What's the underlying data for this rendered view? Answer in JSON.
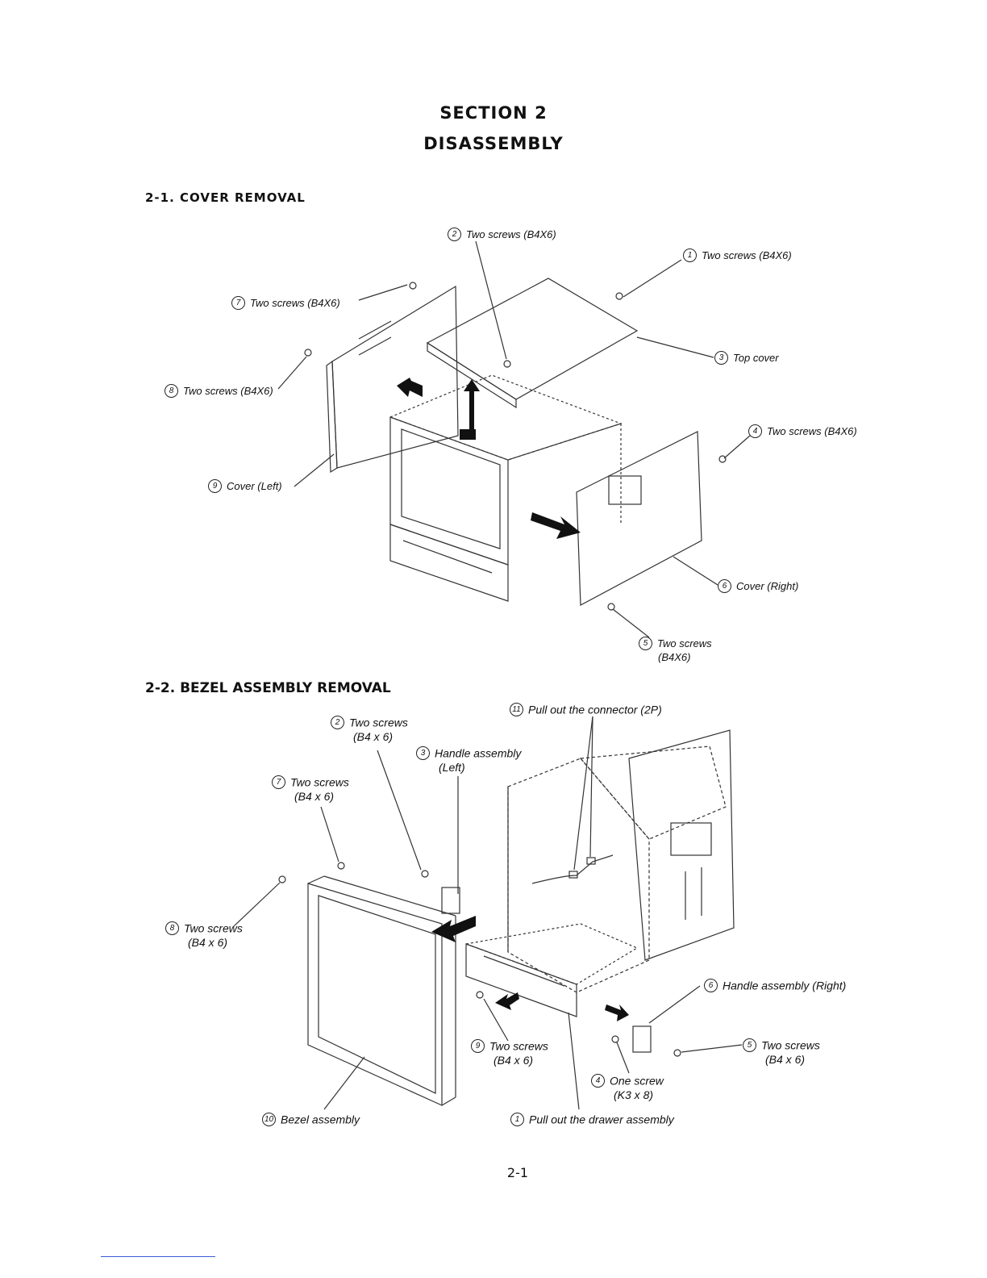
{
  "header": {
    "section": "SECTION 2",
    "title": "DISASSEMBLY"
  },
  "sections": [
    {
      "heading": "2-1. COVER REMOVAL",
      "callouts": [
        {
          "num": "2",
          "text": "Two screws (B4X6)"
        },
        {
          "num": "1",
          "text": "Two screws (B4X6)"
        },
        {
          "num": "7",
          "text": "Two screws (B4X6)"
        },
        {
          "num": "3",
          "text": "Top cover"
        },
        {
          "num": "8",
          "text": "Two screws (B4X6)"
        },
        {
          "num": "4",
          "text": "Two screws (B4X6)"
        },
        {
          "num": "9",
          "text": "Cover (Left)"
        },
        {
          "num": "6",
          "text": "Cover (Right)"
        },
        {
          "num": "5",
          "text": "Two screws",
          "sub": "(B4X6)"
        }
      ]
    },
    {
      "heading": "2-2. BEZEL ASSEMBLY REMOVAL",
      "callouts": [
        {
          "num": "11",
          "text": "Pull out the connector (2P)"
        },
        {
          "num": "2",
          "text": "Two screws",
          "sub": "(B4 x 6)"
        },
        {
          "num": "3",
          "text": "Handle assembly",
          "sub": "(Left)"
        },
        {
          "num": "7",
          "text": "Two screws",
          "sub": "(B4 x 6)"
        },
        {
          "num": "8",
          "text": "Two screws",
          "sub": "(B4 x 6)"
        },
        {
          "num": "6",
          "text": "Handle assembly (Right)"
        },
        {
          "num": "9",
          "text": "Two screws",
          "sub": "(B4 x 6)"
        },
        {
          "num": "5",
          "text": "Two screws",
          "sub": "(B4 x 6)"
        },
        {
          "num": "4",
          "text": "One screw",
          "sub": "(K3 x 8)"
        },
        {
          "num": "10",
          "text": "Bezel assembly"
        },
        {
          "num": "1",
          "text": "Pull out the drawer assembly"
        }
      ]
    }
  ],
  "footer": {
    "page": "2-1"
  }
}
